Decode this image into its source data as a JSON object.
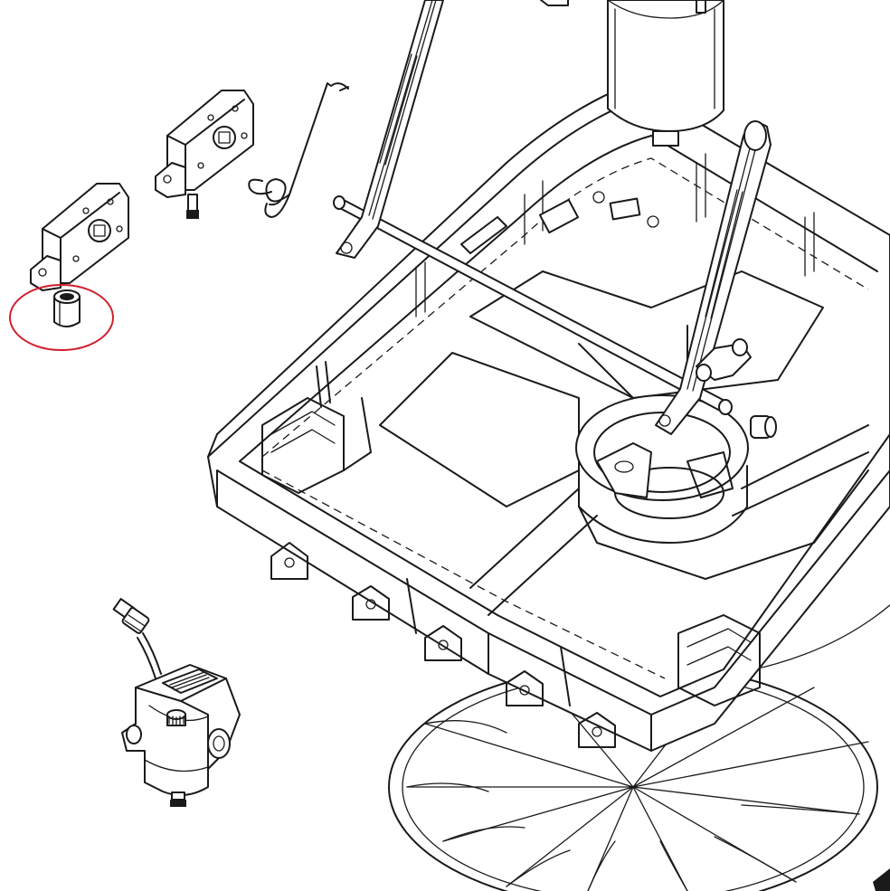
{
  "figure": {
    "background": "#ffffff",
    "line_color": "#1a1a1a",
    "highlight_color": "#d11f2c"
  },
  "highlight": {
    "shape": "ellipse",
    "target": "bushing"
  },
  "parts": [
    "hinge-bracket-left",
    "hinge-bracket-right",
    "spring-wire",
    "bushing",
    "motor-top",
    "lift-arm-left",
    "lift-arm-right",
    "cross-rod",
    "vent-frame",
    "fan-hub",
    "fan-blades",
    "drive-motor",
    "wire-connector"
  ]
}
